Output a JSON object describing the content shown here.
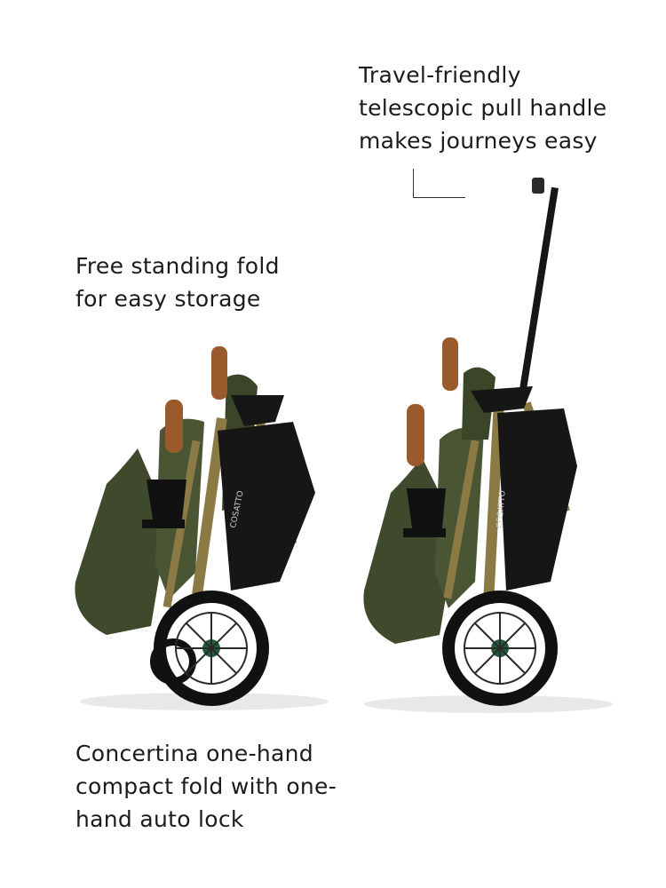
{
  "captions": {
    "handle": [
      "Travel-friendly",
      "telescopic pull handle",
      "makes journeys easy"
    ],
    "storage": [
      "Free standing fold",
      "for easy storage"
    ],
    "fold": [
      "Concertina one-hand",
      "compact fold with one-",
      "hand auto lock"
    ]
  },
  "images": {
    "left": {
      "description_icon": "folded-stroller-icon",
      "brand_mark": "COSATTO"
    },
    "right": {
      "description_icon": "folded-stroller-with-handle-icon",
      "brand_mark": "COSATTO"
    }
  },
  "colors": {
    "fabric": "#3f4a2c",
    "fabric_dark": "#2c3420",
    "leather": "#9a5a2c",
    "frame_gold": "#8c7a45",
    "black": "#161616",
    "tyre": "#111111"
  }
}
